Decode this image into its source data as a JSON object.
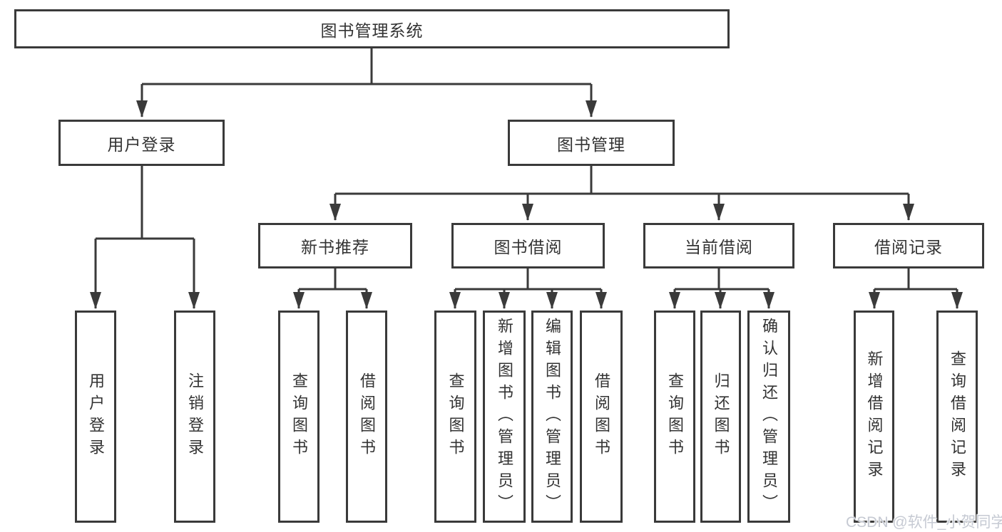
{
  "colors": {
    "line": "#3a3a3a",
    "box_border": "#3a3a3a",
    "text": "#333333",
    "background": "#ffffff",
    "watermark_text_color": "#c6cad3"
  },
  "tree": {
    "root": {
      "label": "图书管理系统",
      "children": [
        {
          "label": "用户登录",
          "children": [
            {
              "label": "用户登录"
            },
            {
              "label": "注销登录"
            }
          ]
        },
        {
          "label": "图书管理",
          "children": [
            {
              "label": "新书推荐",
              "children": [
                {
                  "label": "查询图书"
                },
                {
                  "label": "借阅图书"
                }
              ]
            },
            {
              "label": "图书借阅",
              "children": [
                {
                  "label": "查询图书"
                },
                {
                  "label": "新增图书（管理员）"
                },
                {
                  "label": "编辑图书（管理员）"
                },
                {
                  "label": "借阅图书"
                }
              ]
            },
            {
              "label": "当前借阅",
              "children": [
                {
                  "label": "查询图书"
                },
                {
                  "label": "归还图书"
                },
                {
                  "label": "确认归还（管理员）"
                }
              ]
            },
            {
              "label": "借阅记录",
              "children": [
                {
                  "label": "新增借阅记录"
                },
                {
                  "label": "查询借阅记录"
                }
              ]
            }
          ]
        }
      ]
    }
  },
  "watermark": {
    "text": "CSDN @软件_小贺同学"
  }
}
